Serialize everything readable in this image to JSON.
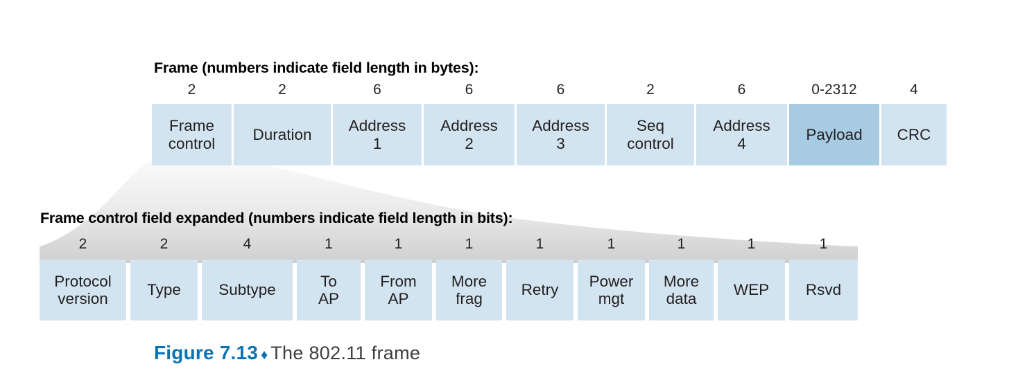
{
  "figure": {
    "label": "Figure 7.13",
    "separator": "♦",
    "caption": "The 802.11 frame",
    "label_color": "#0b72b5"
  },
  "colors": {
    "field_fill": "#d3e4f1",
    "payload_fill": "#a7cbe3",
    "funnel_fill": "#d9d9d9",
    "text": "#231f20"
  },
  "frame_section": {
    "heading": "Frame (numbers indicate field length in bytes):",
    "unit": "bytes",
    "fields": [
      {
        "name": "Frame control",
        "lines": [
          "Frame",
          "control"
        ],
        "length": "2",
        "highlight": false
      },
      {
        "name": "Duration",
        "lines": [
          "Duration"
        ],
        "length": "2",
        "highlight": false
      },
      {
        "name": "Address 1",
        "lines": [
          "Address",
          "1"
        ],
        "length": "6",
        "highlight": false
      },
      {
        "name": "Address 2",
        "lines": [
          "Address",
          "2"
        ],
        "length": "6",
        "highlight": false
      },
      {
        "name": "Address 3",
        "lines": [
          "Address",
          "3"
        ],
        "length": "6",
        "highlight": false
      },
      {
        "name": "Seq control",
        "lines": [
          "Seq",
          "control"
        ],
        "length": "2",
        "highlight": false
      },
      {
        "name": "Address 4",
        "lines": [
          "Address",
          "4"
        ],
        "length": "6",
        "highlight": false
      },
      {
        "name": "Payload",
        "lines": [
          "Payload"
        ],
        "length": "0-2312",
        "highlight": true
      },
      {
        "name": "CRC",
        "lines": [
          "CRC"
        ],
        "length": "4",
        "highlight": false
      }
    ]
  },
  "frame_control_section": {
    "heading": "Frame control field expanded (numbers indicate field length in bits):",
    "unit": "bits",
    "fields": [
      {
        "name": "Protocol version",
        "lines": [
          "Protocol",
          "version"
        ],
        "length": "2"
      },
      {
        "name": "Type",
        "lines": [
          "Type"
        ],
        "length": "2"
      },
      {
        "name": "Subtype",
        "lines": [
          "Subtype"
        ],
        "length": "4"
      },
      {
        "name": "To AP",
        "lines": [
          "To",
          "AP"
        ],
        "length": "1"
      },
      {
        "name": "From AP",
        "lines": [
          "From",
          "AP"
        ],
        "length": "1"
      },
      {
        "name": "More frag",
        "lines": [
          "More",
          "frag"
        ],
        "length": "1"
      },
      {
        "name": "Retry",
        "lines": [
          "Retry"
        ],
        "length": "1"
      },
      {
        "name": "Power mgt",
        "lines": [
          "Power",
          "mgt"
        ],
        "length": "1"
      },
      {
        "name": "More data",
        "lines": [
          "More",
          "data"
        ],
        "length": "1"
      },
      {
        "name": "WEP",
        "lines": [
          "WEP"
        ],
        "length": "1"
      },
      {
        "name": "Rsvd",
        "lines": [
          "Rsvd"
        ],
        "length": "1"
      }
    ]
  }
}
